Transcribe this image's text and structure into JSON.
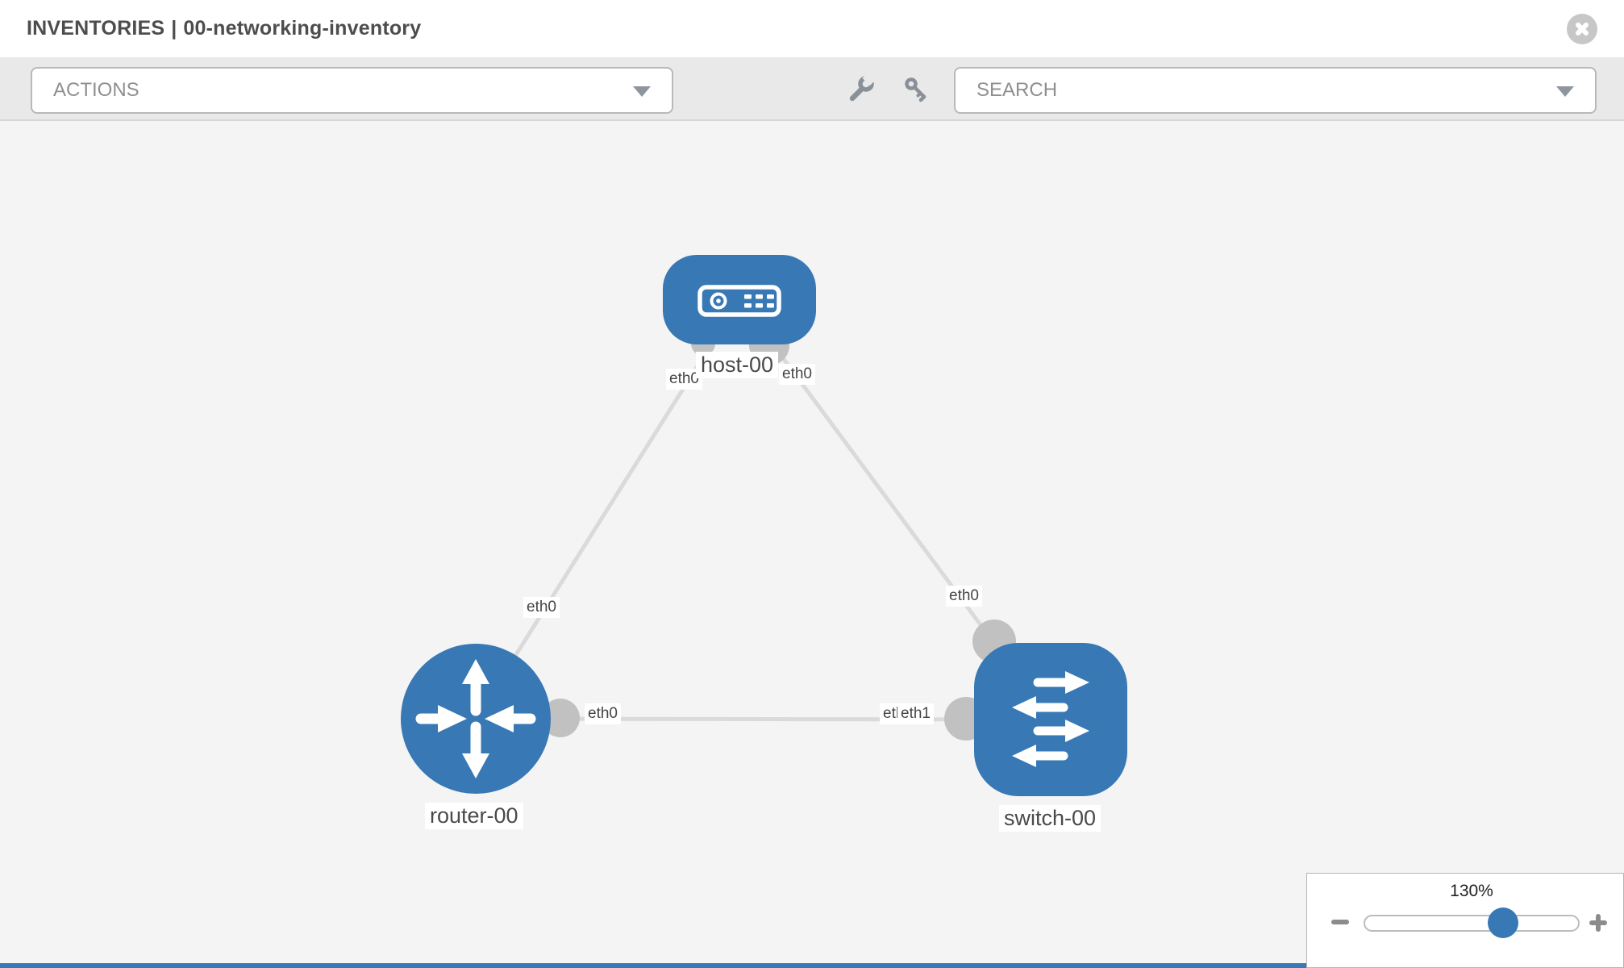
{
  "header": {
    "title_section": "INVENTORIES",
    "title_separator": "|",
    "inventory_name": "00-networking-inventory"
  },
  "toolbar": {
    "actions_label": "ACTIONS",
    "search_label": "SEARCH",
    "icons": [
      "wrench-icon",
      "key-icon"
    ]
  },
  "topology": {
    "nodes": [
      {
        "id": "host-00",
        "type": "host",
        "label": "host-00"
      },
      {
        "id": "router-00",
        "type": "router",
        "label": "router-00"
      },
      {
        "id": "switch-00",
        "type": "switch",
        "label": "switch-00"
      }
    ],
    "links": [
      {
        "source": "host-00",
        "target": "router-00",
        "source_interface": "eth0",
        "target_interface": "eth0"
      },
      {
        "source": "host-00",
        "target": "switch-00",
        "source_interface": "eth0",
        "target_interface": "eth0"
      },
      {
        "source": "router-00",
        "target": "switch-00",
        "source_interface": "eth0",
        "target_interface": "eth1"
      }
    ],
    "duplicate_label_at_switch": "eth0"
  },
  "zoom_control": {
    "level": "130%"
  },
  "colors": {
    "node_blue": "#3778b5",
    "link_gray": "#dadada",
    "endpoint_gray": "#c1c1c1",
    "canvas_bg": "#f4f4f4",
    "toolbar_bg": "#e9e9e9",
    "close_button_gray": "#c7c7c7",
    "slider_thumb_blue": "#3778b5"
  }
}
